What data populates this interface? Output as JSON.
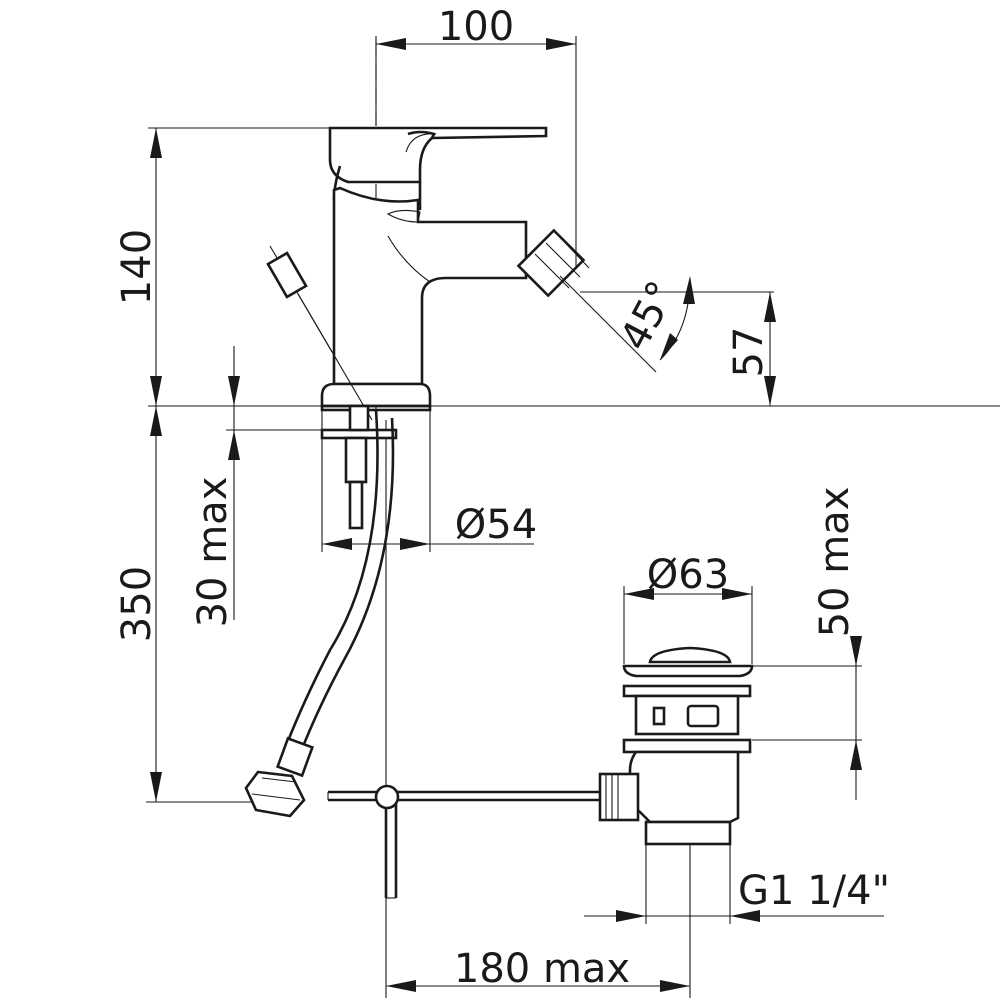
{
  "diagram": {
    "dimensions": {
      "width_top": "100",
      "height_total": "140",
      "angle": "45°",
      "spout_height": "57",
      "lower_length": "350",
      "deck_thickness": "30 max",
      "base_diameter": "Ø54",
      "waste_diameter": "Ø63",
      "waste_height": "50 max",
      "thread": "G1 1/4\"",
      "rod_length": "180 max"
    }
  }
}
